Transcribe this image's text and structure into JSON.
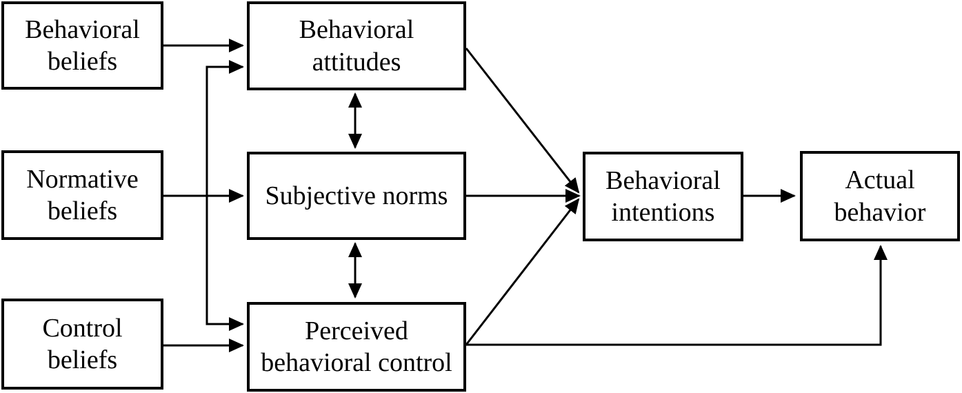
{
  "figure": {
    "type": "flow-diagram",
    "background_color": "#ffffff",
    "line_color": "#000000",
    "text_color": "#000000",
    "nodes": [
      {
        "id": "behavioral-beliefs",
        "label": "Behavioral beliefs",
        "lines": [
          "Behavioral",
          "beliefs"
        ]
      },
      {
        "id": "normative-beliefs",
        "label": "Normative beliefs",
        "lines": [
          "Normative",
          "beliefs"
        ]
      },
      {
        "id": "control-beliefs",
        "label": "Control beliefs",
        "lines": [
          "Control",
          "beliefs"
        ]
      },
      {
        "id": "behavioral-attitudes",
        "label": "Behavioral attitudes",
        "lines": [
          "Behavioral",
          "attitudes"
        ]
      },
      {
        "id": "subjective-norms",
        "label": "Subjective norms",
        "lines": [
          "Subjective norms"
        ]
      },
      {
        "id": "perceived-behavioral-control",
        "label": "Perceived behavioral control",
        "lines": [
          "Perceived",
          "behavioral control"
        ]
      },
      {
        "id": "behavioral-intentions",
        "label": "Behavioral intentions",
        "lines": [
          "Behavioral",
          "intentions"
        ]
      },
      {
        "id": "actual-behavior",
        "label": "Actual behavior",
        "lines": [
          "Actual",
          "behavior"
        ]
      }
    ],
    "edges": [
      {
        "from": "behavioral-beliefs",
        "to": "behavioral-attitudes",
        "type": "arrow"
      },
      {
        "from": "normative-beliefs",
        "to": "behavioral-attitudes",
        "type": "arrow"
      },
      {
        "from": "normative-beliefs",
        "to": "subjective-norms",
        "type": "arrow"
      },
      {
        "from": "normative-beliefs",
        "to": "perceived-behavioral-control",
        "type": "arrow"
      },
      {
        "from": "control-beliefs",
        "to": "perceived-behavioral-control",
        "type": "arrow"
      },
      {
        "from": "behavioral-attitudes",
        "to": "subjective-norms",
        "type": "double-arrow"
      },
      {
        "from": "subjective-norms",
        "to": "perceived-behavioral-control",
        "type": "double-arrow"
      },
      {
        "from": "behavioral-attitudes",
        "to": "behavioral-intentions",
        "type": "arrow"
      },
      {
        "from": "subjective-norms",
        "to": "behavioral-intentions",
        "type": "arrow"
      },
      {
        "from": "perceived-behavioral-control",
        "to": "behavioral-intentions",
        "type": "arrow"
      },
      {
        "from": "behavioral-intentions",
        "to": "actual-behavior",
        "type": "arrow"
      },
      {
        "from": "perceived-behavioral-control",
        "to": "actual-behavior",
        "type": "arrow"
      }
    ]
  }
}
